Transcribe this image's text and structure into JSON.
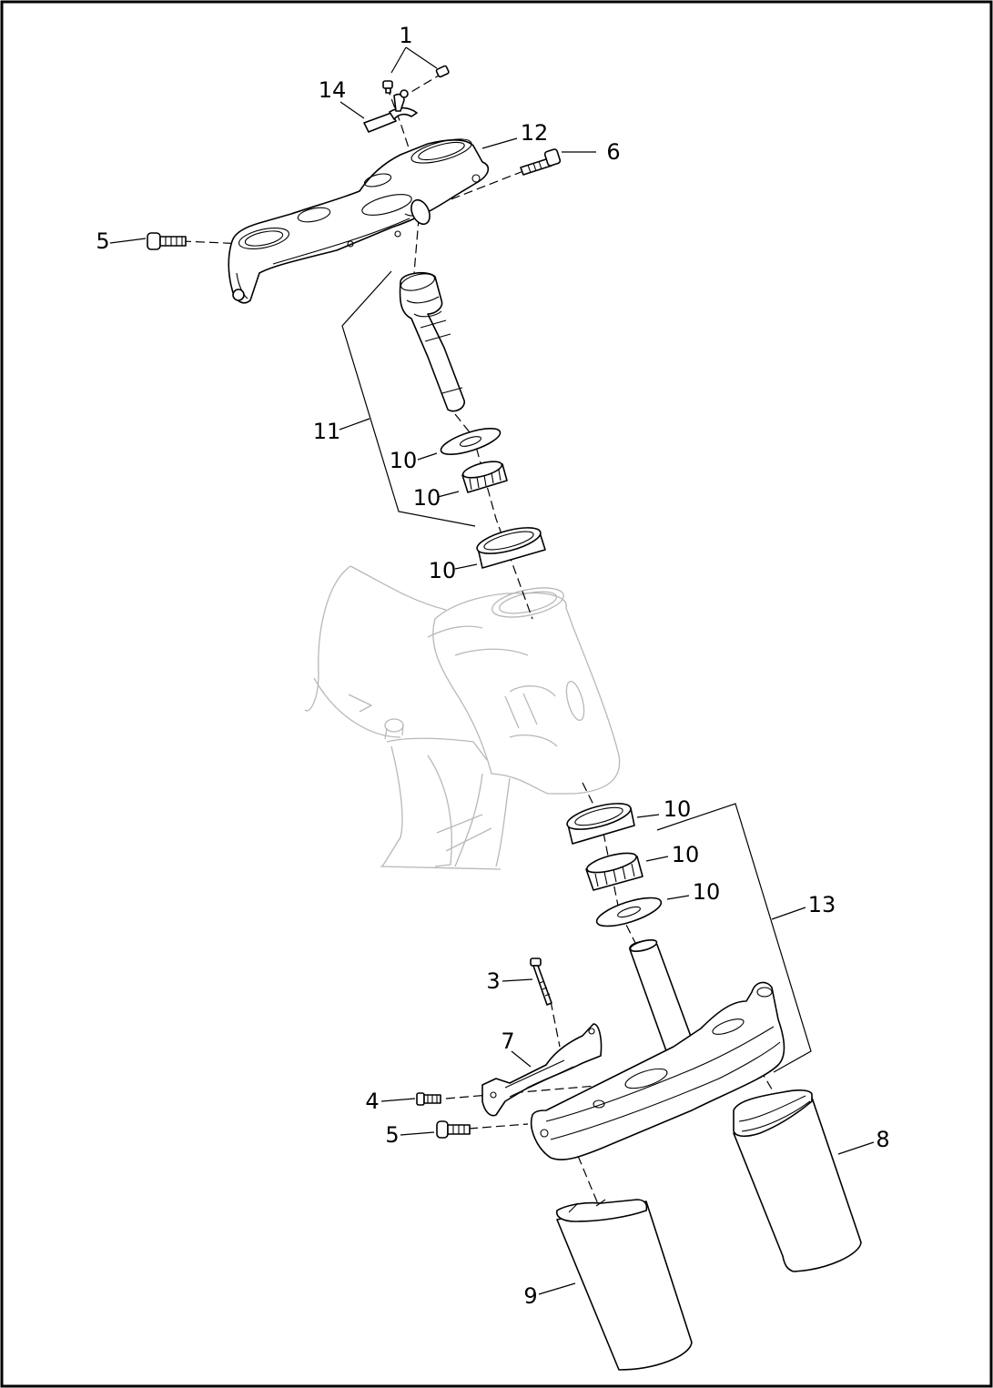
{
  "callouts": {
    "c1": "1",
    "c14": "14",
    "c12": "12",
    "c6": "6",
    "c5_top": "5",
    "c11": "11",
    "c10_washer_top": "10",
    "c10_bearing_top": "10",
    "c10_race_top": "10",
    "c10_race_bottom": "10",
    "c10_bearing_bottom": "10",
    "c10_washer_bottom": "10",
    "c13": "13",
    "c3": "3",
    "c7": "7",
    "c4": "4",
    "c5_bottom": "5",
    "c8": "8",
    "c9": "9"
  },
  "colors": {
    "ink": "#000000",
    "ghost_frame": "#b8b8b8",
    "background": "#ffffff"
  }
}
